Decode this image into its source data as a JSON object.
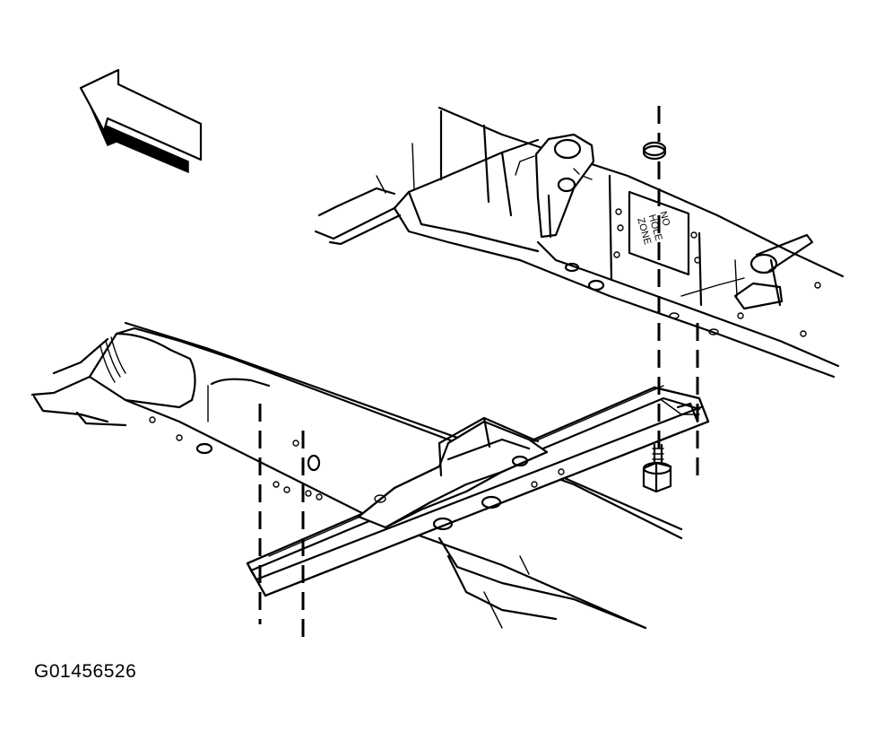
{
  "figure": {
    "id": "G01456526",
    "no_hole_zone_label": [
      "NO",
      "HOLE",
      "ZONE"
    ]
  },
  "icons": {
    "direction_arrow": "forward-arrow-icon",
    "bolt": "bolt-icon",
    "nut": "nut-icon"
  },
  "colors": {
    "line": "#000000",
    "background": "#ffffff"
  }
}
